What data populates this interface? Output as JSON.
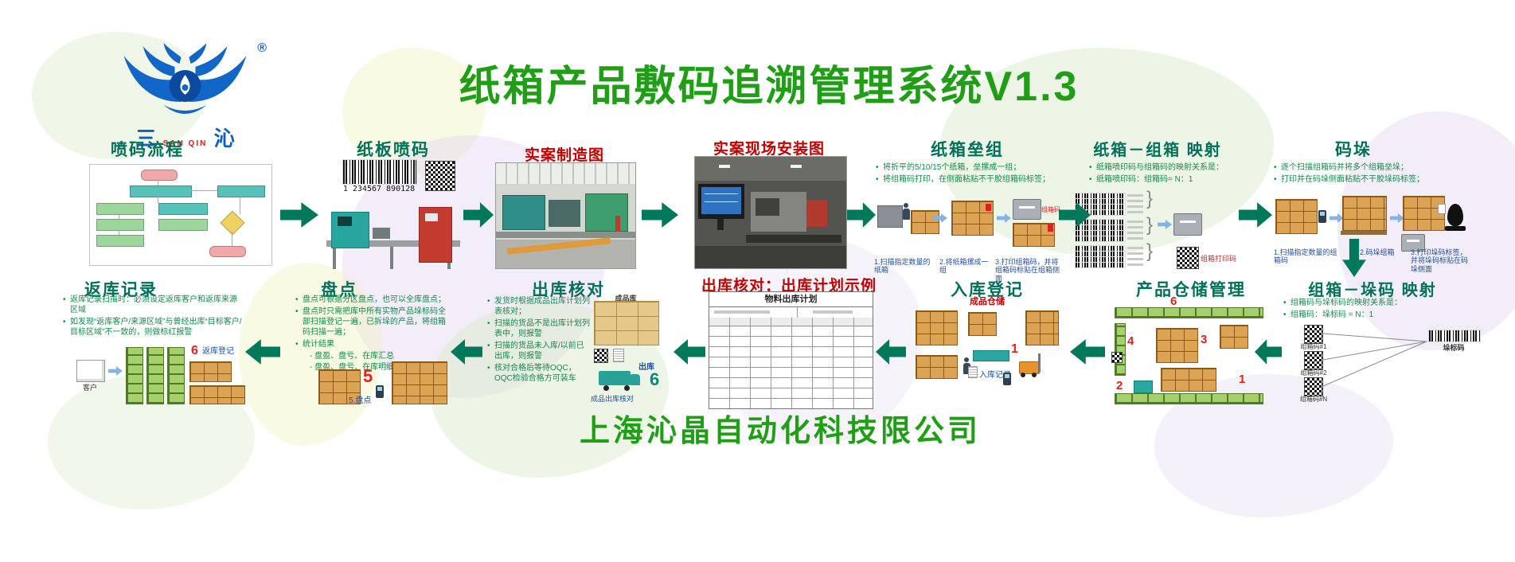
{
  "title": "纸箱产品敷码追溯管理系统V1.3",
  "company": "上海沁晶自动化科技限公司",
  "logo": {
    "char_left": "三",
    "brand": "SAN QIN",
    "char_right": "沁",
    "registered": "®"
  },
  "colors": {
    "title_green": "#1f9e16",
    "arrow_teal": "#00795b",
    "section_teal": "#00705a",
    "alert_red": "#c00000"
  },
  "top_row": {
    "penma": {
      "label": "喷码流程"
    },
    "zhiban": {
      "label": "纸板喷码",
      "barcode_digits": "1 234567 890128"
    },
    "zhizao": {
      "label": "实案制造图"
    },
    "anzhuang": {
      "label": "实案现场安装图"
    },
    "leizu": {
      "label": "纸箱垒组",
      "bullets": [
        "将折平的5/10/15个纸箱，垒摞成一组；",
        "将组箱码打印，在侧面粘贴不干胶组箱码标签；"
      ],
      "captions": [
        "1.扫描指定数量的纸箱",
        "2.将纸箱摞成一组",
        "3.打印组箱码，并将组箱码标贴在组箱侧面"
      ],
      "tag": "组箱码"
    },
    "zuxiang_map": {
      "label": "纸箱－组箱 映射",
      "bullets": [
        "纸箱喷印码与组箱码的映射关系是：",
        "纸箱喷印码：组箱码= N：1"
      ],
      "print_label": "组箱打印码"
    },
    "maduo": {
      "label": "码垛",
      "bullets": [
        "逐个扫描组箱码并将多个组箱垒垛；",
        "打印并在码垛侧面粘贴不干胶垛码标签；"
      ],
      "captions": [
        "1.扫描指定数量的组箱码",
        "2.码垛组箱",
        "3.打印垛码标签，并将垛码标贴在码垛侧面"
      ]
    }
  },
  "bottom_row": {
    "duoma_map": {
      "label": "组箱－垛码 映射",
      "bullets": [
        "组箱码与垛标码的映射关系是：",
        "组箱码：垛标码 = N：1"
      ],
      "qr_labels": [
        "组箱码#1",
        "组箱码#2",
        "组箱码#N"
      ],
      "target_label": "垛标码"
    },
    "cangchu": {
      "label": "产品仓储管理",
      "numbers": [
        "6",
        "4",
        "3",
        "2",
        "1"
      ]
    },
    "ruku": {
      "label": "入库登记",
      "area_title": "成品仓储",
      "number": "1",
      "record_label": "入库记录"
    },
    "chuku_plan": {
      "label": "出库核对：出库计划示例",
      "table_title": "物料出库计划"
    },
    "chuku": {
      "label": "出库核对",
      "bullets": [
        "发货时根据成品出库计划列表核对；",
        "扫描的货品不是出库计划列表中，则报警",
        "扫描的货品未入库/以前已出库，则报警",
        "核对合格后等待OQC，OQC检验合格方可装车"
      ],
      "store_label": "成品库",
      "truck_label": "出库",
      "number": "6",
      "caption": "成品出库核对"
    },
    "pandian": {
      "label": "盘点",
      "bullets": [
        "盘点可根据分区盘点，也可以全库盘点；",
        "盘点时只需把库中所有实物产品垛标码全部扫描登记一遍，已拆垛的产品，将组箱码扫描一遍；",
        "统计结果"
      ],
      "stats": [
        "- 盘盈、盘亏、在库汇总",
        "- 盘盈、盘亏、在库明细"
      ],
      "number": "5",
      "caption": "5.盘点"
    },
    "fanku": {
      "label": "返库记录",
      "bullets": [
        "返库记录扫描时：必须设定返库客户和返库来源区域",
        "如发现“返库客户/来源区域”与曾经出库“目标客户/目标区域”不一致的，则做标红报警"
      ],
      "customer_label": "客户",
      "number": "6",
      "caption": "返库登记"
    }
  }
}
